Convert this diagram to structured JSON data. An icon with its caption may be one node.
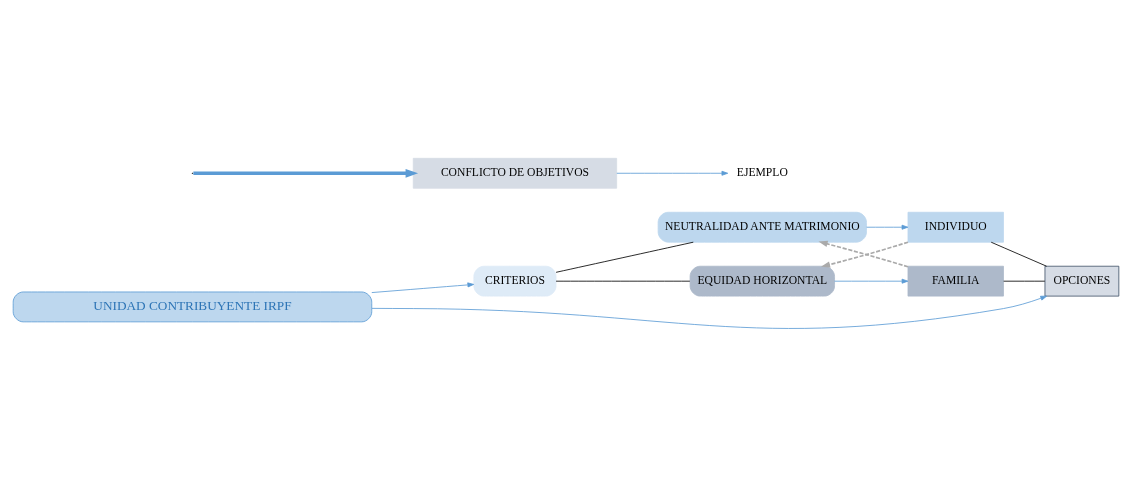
{
  "diagram": {
    "nodes": [
      {
        "text": [
          "UNIDAD CONTRIBUYENTE IRPF"
        ]
      },
      {
        "text": [
          "CRITERIOS"
        ]
      },
      {
        "text": [
          "NEUTRALIDAD ANTE MATRIMONIO"
        ]
      },
      {
        "text": [
          "EQUIDAD HORIZONTAL"
        ]
      },
      {
        "text": [
          "INDIVIDUO"
        ]
      },
      {
        "text": [
          "FAMILIA"
        ]
      },
      {
        "text": [
          "OPCIONES"
        ]
      },
      {
        "text": [
          "CONFLICTO DE OBJETIVOS"
        ]
      },
      {
        "text": [
          "EJEMPLO"
        ]
      }
    ],
    "edges": [
      {
        "from": 0,
        "to": 1,
        "arrow": "to"
      },
      {
        "from": 0,
        "to": 6,
        "arrow": "to"
      },
      {
        "from": 1,
        "to": 2,
        "arrow": "none",
        "color": "#000000"
      },
      {
        "from": 1,
        "to": 3,
        "arrow": "none",
        "color": "#000000"
      },
      {
        "from": 2,
        "to": 4,
        "arrow": "to"
      },
      {
        "from": 3,
        "to": 5,
        "arrow": "to"
      },
      {
        "from": 4,
        "to": 3,
        "arrow": "to",
        "style": "dashed",
        "color": "#aaaaaa"
      },
      {
        "from": 5,
        "to": 2,
        "arrow": "to",
        "style": "dashed",
        "color": "#aaaaaa"
      },
      {
        "from": 4,
        "to": 6,
        "arrow": "none",
        "color": "#000000"
      },
      {
        "from": 5,
        "to": 6,
        "arrow": "none",
        "color": "#000000"
      },
      {
        "from": null,
        "to": 7,
        "arrow": "to",
        "style": "thick"
      },
      {
        "from": 7,
        "to": 8,
        "arrow": "to"
      }
    ]
  }
}
